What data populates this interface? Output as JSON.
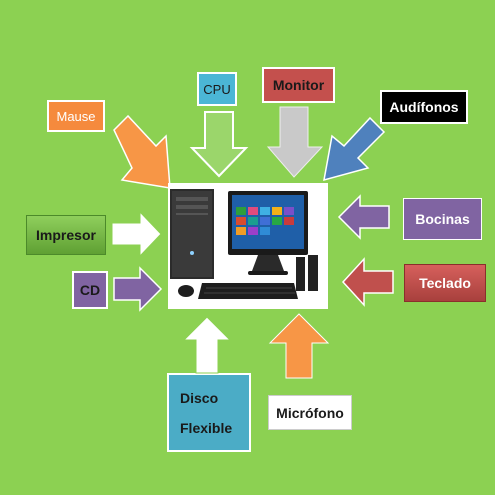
{
  "labels": {
    "cpu": "CPU",
    "monitor": "Monitor",
    "mause": "Mause",
    "audifonos": "Audífonos",
    "impresor": "Impresor",
    "bocinas": "Bocinas",
    "cd": "CD",
    "teclado": "Teclado",
    "disco_line1": "Disco",
    "disco_line2": "Flexible",
    "microfono": "Micrófono"
  },
  "colors": {
    "background": "#8cd152",
    "cpu_box": "#4bb6d5",
    "monitor_box": "#c4504d",
    "mause_box": "#f58a3d",
    "audifonos_box": "#000000",
    "impresor_box": "#74ba46",
    "bocinas_box": "#8064a2",
    "cd_box": "#8064a2",
    "teclado_box": "#c4504d",
    "disco_box": "#4bacc6",
    "microfono_box": "#ffffff",
    "arrow_green": "#9bd66b",
    "arrow_gray": "#c9c9c9",
    "arrow_orange": "#f79646",
    "arrow_blue": "#4f81bd",
    "arrow_white": "#ffffff",
    "arrow_purple": "#8064a2",
    "arrow_red": "#c0504d"
  },
  "center_image": {
    "description_icon": "desktop-computer-icon",
    "parts": [
      "cpu-tower-icon",
      "monitor-icon",
      "keyboard-icon",
      "mouse-icon",
      "speakers-icon"
    ]
  }
}
